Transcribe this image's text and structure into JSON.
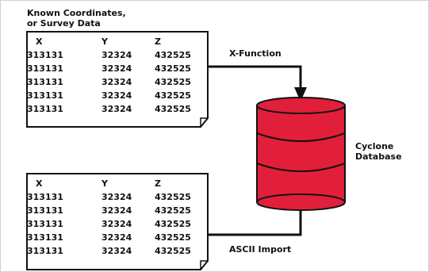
{
  "diagram": {
    "top_caption": [
      "Known Coordinates,",
      "or Survey Data"
    ],
    "tables": [
      {
        "headers": [
          "X",
          "Y",
          "Z"
        ],
        "rows": [
          [
            "313131",
            "32324",
            "432525"
          ],
          [
            "313131",
            "32324",
            "432525"
          ],
          [
            "313131",
            "32324",
            "432525"
          ],
          [
            "313131",
            "32324",
            "432525"
          ],
          [
            "313131",
            "32324",
            "432525"
          ]
        ]
      },
      {
        "headers": [
          "X",
          "Y",
          "Z"
        ],
        "rows": [
          [
            "313131",
            "32324",
            "432525"
          ],
          [
            "313131",
            "32324",
            "432525"
          ],
          [
            "313131",
            "32324",
            "432525"
          ],
          [
            "313131",
            "32324",
            "432525"
          ],
          [
            "313131",
            "32324",
            "432525"
          ]
        ]
      }
    ],
    "connectors": {
      "top_label": "X-Function",
      "bottom_label": "ASCII Import"
    },
    "database": {
      "label": [
        "Cyclone",
        "Database"
      ],
      "fill_color": "#e21f3a",
      "stroke_color": "#111111"
    }
  }
}
